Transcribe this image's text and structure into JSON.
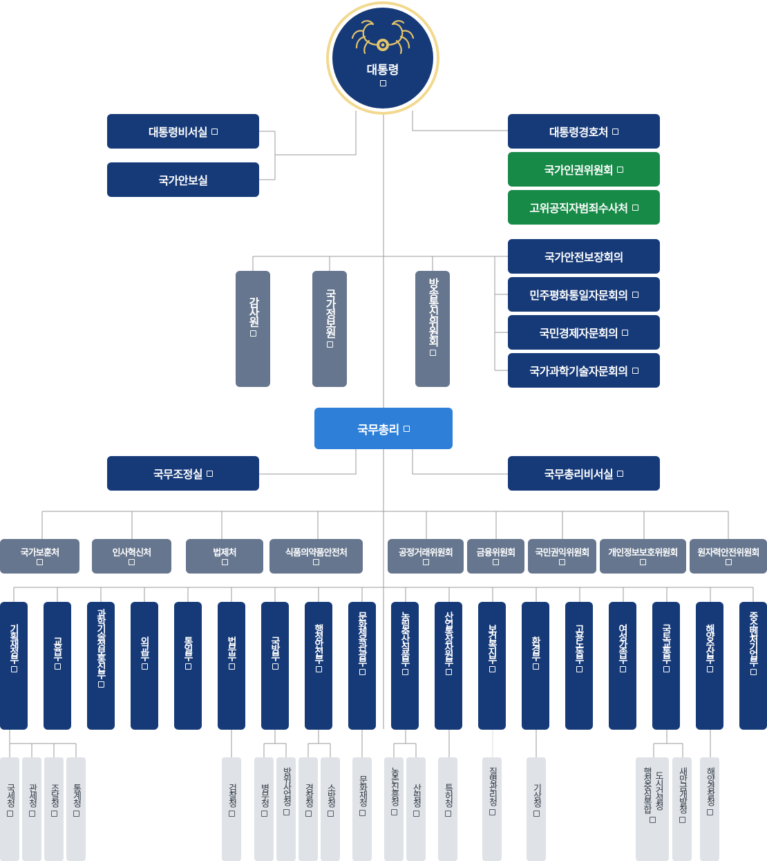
{
  "president": {
    "label": "대통령",
    "emblem": "phoenix-emblem"
  },
  "left_offices": [
    "대통령비서실",
    "국가안보실"
  ],
  "right_offices": [
    {
      "label": "대통령경호처",
      "color": "navy"
    },
    {
      "label": "국가인권위원회",
      "color": "green"
    },
    {
      "label": "고위공직자범죄수사처",
      "color": "green"
    }
  ],
  "councils": [
    "국가안전보장회의",
    "민주평화통일자문회의",
    "국민경제자문회의",
    "국가과학기술자문회의"
  ],
  "independent": [
    "감사원",
    "국가정보원",
    "방송통신위원회"
  ],
  "prime_minister": {
    "label": "국무총리"
  },
  "pm_offices": {
    "left": "국무조정실",
    "right": "국무총리비서실"
  },
  "ministries_level2": [
    "국가보훈처",
    "인사혁신처",
    "법제처",
    "식품의약품안전처",
    "공정거래위원회",
    "금융위원회",
    "국민권익위원회",
    "개인정보보호위원회",
    "원자력안전위원회"
  ],
  "ministries": [
    "기획재정부",
    "교육부",
    "과학기술정보통신부",
    "외교부",
    "통일부",
    "법무부",
    "국방부",
    "행정안전부",
    "문화체육관광부",
    "농림축산식품부",
    "산업통상자원부",
    "보건복지부",
    "환경부",
    "고용노동부",
    "여성가족부",
    "국토교통부",
    "해양수산부",
    "중소벤처기업부"
  ],
  "agencies": [
    {
      "label": "국세청"
    },
    {
      "label": "관세청"
    },
    {
      "label": "조달청"
    },
    {
      "label": "통계청"
    },
    {
      "label": "검찰청"
    },
    {
      "label": "병무청"
    },
    {
      "label": "방위사업청"
    },
    {
      "label": "경찰청"
    },
    {
      "label": "소방청"
    },
    {
      "label": "문화재청"
    },
    {
      "label": "농촌진흥청"
    },
    {
      "label": "산림청"
    },
    {
      "label": "특허청"
    },
    {
      "label": "질병관리청"
    },
    {
      "label": "기상청"
    },
    {
      "label": "행정중심복합",
      "label2": "도시건설청"
    },
    {
      "label": "새만금개발청"
    },
    {
      "label": "해양경찰청"
    }
  ],
  "colors": {
    "navy": "#163a78",
    "green": "#188a48",
    "slate": "#66768e",
    "blue": "#2d7fd8",
    "light": "#dfe2e6",
    "line": "#999999",
    "gold": "#f2d98f"
  }
}
